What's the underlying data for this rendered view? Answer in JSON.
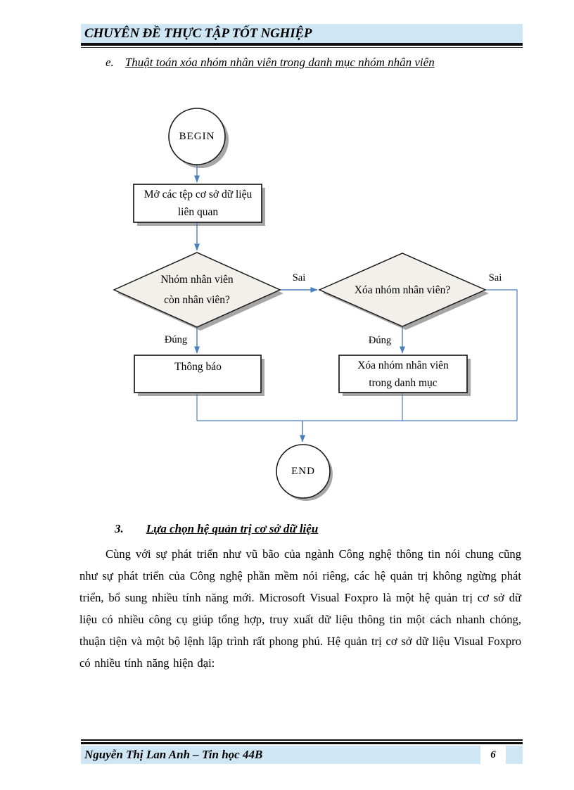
{
  "header": {
    "title": "CHUYÊN ĐỀ THỰC TẬP TỐT NGHIỆP"
  },
  "heading_e": {
    "number": "e.",
    "text": "Thuật toán xóa nhóm nhân viên trong danh mục nhóm nhân viên"
  },
  "flowchart": {
    "nodes": {
      "begin": "BEGIN",
      "open_db_line1": "Mở các tệp cơ sở dữ liệu",
      "open_db_line2": "liên quan",
      "decision1_line1": "Nhóm nhân viên",
      "decision1_line2": "còn nhân viên?",
      "decision2": "Xóa nhóm nhân viên?",
      "notify": "Thông báo",
      "delete_line1": "Xóa nhóm nhân viên",
      "delete_line2": "trong danh mục",
      "end": "END"
    },
    "labels": {
      "sai": "Sai",
      "dung": "Đúng"
    }
  },
  "section3": {
    "number": "3.",
    "title": "Lựa chọn hệ quản trị cơ sở dữ liệu"
  },
  "paragraph": "Cùng với sự phát triển như vũ bão của ngành Công nghệ thông tin nói chung cũng như sự phát triển của Công nghệ phần mềm nói riêng, các hệ quản trị không ngừng phát triển, bổ sung nhiều tính năng mới. Microsoft Visual Foxpro là một hệ quản trị cơ sở dữ liệu có nhiều công cụ giúp tổng hợp, truy xuất dữ liệu thông tin một cách nhanh chóng, thuận tiện và một bộ lệnh lập trình rất phong phú. Hệ quản trị cơ sở dữ liệu Visual Foxpro có nhiều tính năng hiện đại:",
  "footer": {
    "author": "Nguyễn Thị Lan Anh – Tin học 44B",
    "page_number": "6"
  },
  "colors": {
    "band_blue": "#cfe7f5",
    "connector_blue": "#4a7ebf",
    "shape_fill": "#f1f0ea",
    "shadow_gray": "#a6a6a6",
    "rule_black": "#0d0d0d"
  }
}
